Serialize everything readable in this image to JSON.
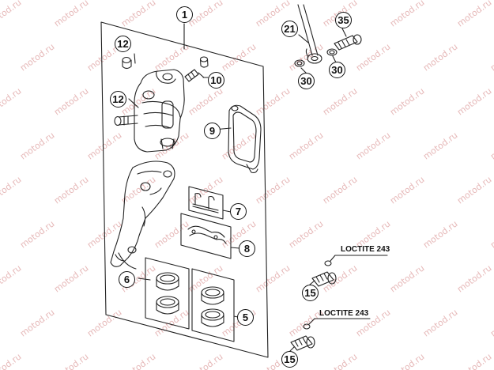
{
  "watermark": {
    "text": "motod.ru",
    "color": "#e6b8b8"
  },
  "diagram": {
    "part_numbers": {
      "p1": "1",
      "p12a": "12",
      "p10": "10",
      "p12b": "12",
      "p9": "9",
      "p7": "7",
      "p8": "8",
      "p6": "6",
      "p5": "5",
      "p21": "21",
      "p35": "35",
      "p30a": "30",
      "p30b": "30",
      "p15a": "15",
      "p15b": "15"
    },
    "loctite": {
      "upper": "LOCTITE 243",
      "lower": "LOCTITE 243"
    }
  }
}
